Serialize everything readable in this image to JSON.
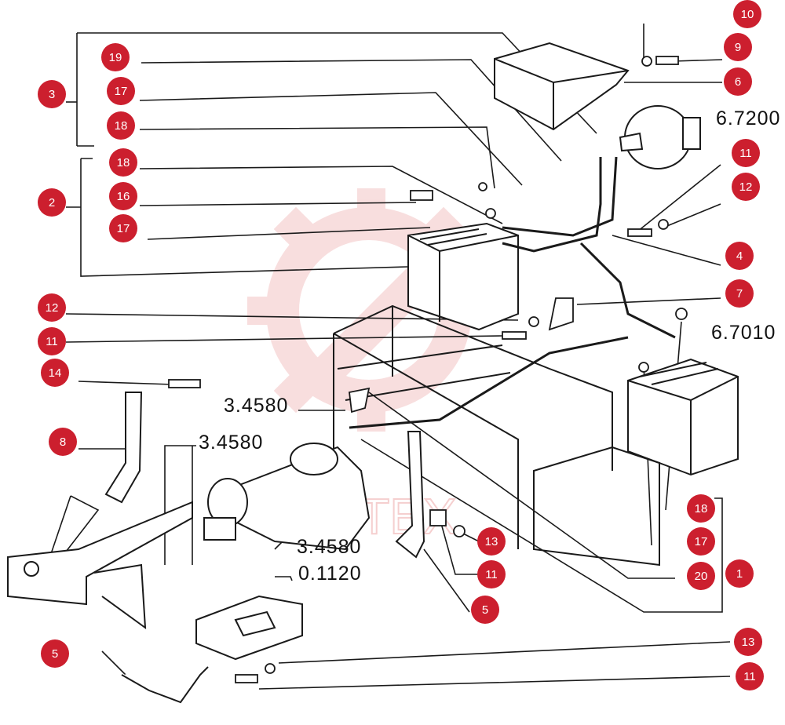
{
  "colors": {
    "callout_fill": "#cc1f2e",
    "callout_text": "#ffffff",
    "line": "#1a1a1a",
    "watermark": "#f3c4c4"
  },
  "callouts": [
    {
      "n": "10"
    },
    {
      "n": "9"
    },
    {
      "n": "19"
    },
    {
      "n": "6"
    },
    {
      "n": "3"
    },
    {
      "n": "17"
    },
    {
      "n": "18"
    },
    {
      "n": "11"
    },
    {
      "n": "18"
    },
    {
      "n": "12"
    },
    {
      "n": "2"
    },
    {
      "n": "16"
    },
    {
      "n": "17"
    },
    {
      "n": "4"
    },
    {
      "n": "7"
    },
    {
      "n": "12"
    },
    {
      "n": "11"
    },
    {
      "n": "14"
    },
    {
      "n": "8"
    },
    {
      "n": "18"
    },
    {
      "n": "13"
    },
    {
      "n": "17"
    },
    {
      "n": "11"
    },
    {
      "n": "20"
    },
    {
      "n": "1"
    },
    {
      "n": "5"
    },
    {
      "n": "5"
    },
    {
      "n": "13"
    },
    {
      "n": "11"
    }
  ],
  "part_codes": [
    "6.7200",
    "6.7010",
    "3.4580",
    "3.4580",
    "3.4580",
    "0.1120"
  ],
  "watermark_icon": "gear-logo-icon",
  "watermark_text": "ИНТЕХ"
}
